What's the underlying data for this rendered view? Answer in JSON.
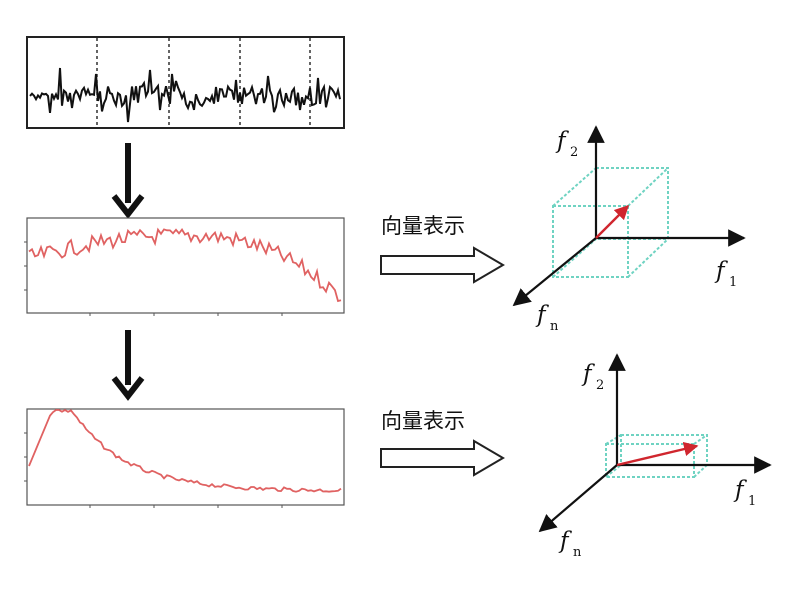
{
  "stage1": {
    "label": "向量表示",
    "axes": {
      "x": "f",
      "x_sub": "1",
      "y": "f",
      "y_sub": "2",
      "z": "f",
      "z_sub": "n"
    }
  },
  "stage2": {
    "label": "向量表示",
    "axes": {
      "x": "f",
      "x_sub": "1",
      "y": "f",
      "y_sub": "2",
      "z": "f",
      "z_sub": "n"
    }
  },
  "colors": {
    "signal": "#111111",
    "spectrum": "#e06262",
    "box": "#6fd3c2",
    "vector": "#d0262e",
    "axis": "#111111"
  },
  "icons": [
    "down-arrow-icon",
    "right-arrow-icon"
  ]
}
